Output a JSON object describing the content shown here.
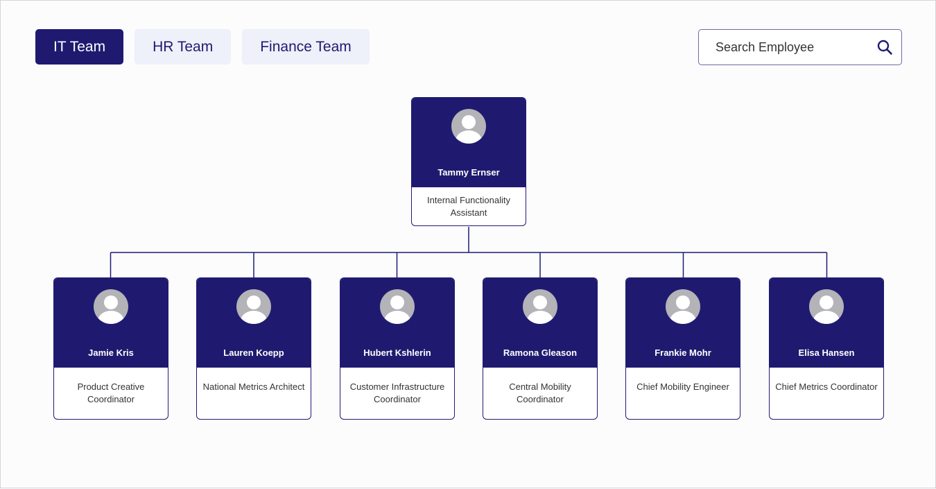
{
  "tabs": [
    {
      "label": "IT Team",
      "active": true
    },
    {
      "label": "HR Team",
      "active": false
    },
    {
      "label": "Finance Team",
      "active": false
    }
  ],
  "search": {
    "placeholder": "Search Employee",
    "icon": "search-icon"
  },
  "colors": {
    "primary": "#1f1a70",
    "tab_inactive_bg": "#eef0fa",
    "avatar_bg": "#b3b3b8"
  },
  "root": {
    "name": "Tammy Ernser",
    "role": "Internal Functionality Assistant"
  },
  "employees": [
    {
      "name": "Jamie Kris",
      "role": "Product Creative Coordinator"
    },
    {
      "name": "Lauren Koepp",
      "role": "National Metrics Architect"
    },
    {
      "name": "Hubert Kshlerin",
      "role": "Customer Infrastructure Coordinator"
    },
    {
      "name": "Ramona Gleason",
      "role": "Central Mobility Coordinator"
    },
    {
      "name": "Frankie Mohr",
      "role": "Chief Mobility Engineer"
    },
    {
      "name": "Elisa Hansen",
      "role": "Chief Metrics Coordinator"
    }
  ]
}
